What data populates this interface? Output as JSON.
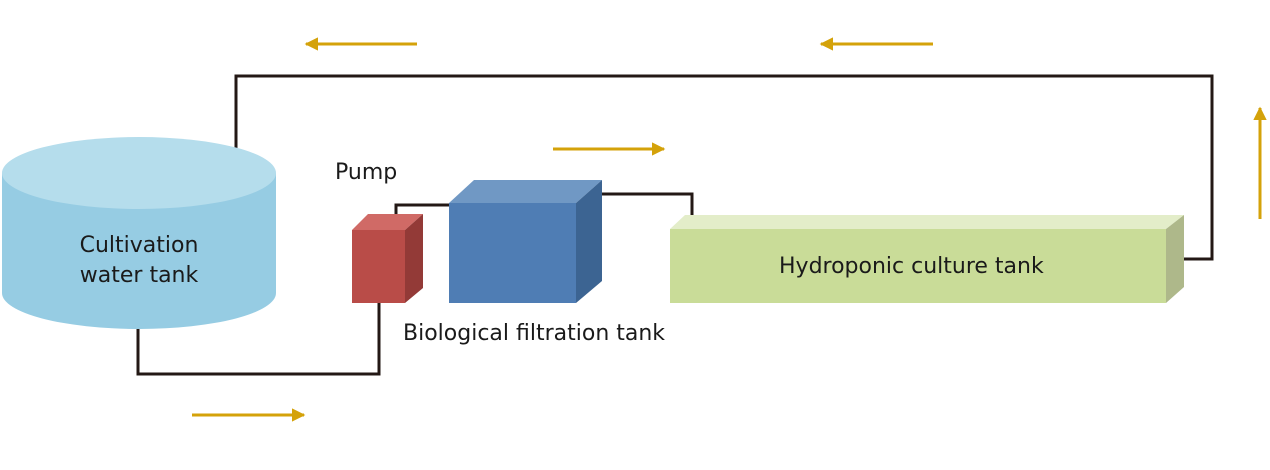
{
  "labels": {
    "cultivation_line1": "Cultivation",
    "cultivation_line2": "water tank",
    "pump": "Pump",
    "biofilter": "Biological filtration tank",
    "hydroponic": "Hydroponic culture tank"
  },
  "flow_direction": {
    "top_left": "left",
    "top_right": "left",
    "middle": "right",
    "bottom": "right",
    "right_side": "up"
  },
  "colors": {
    "pipe": "#231815",
    "arrow": "#d4a20a",
    "water_tank_body": "#96cce3",
    "water_tank_top": "#b5ddec",
    "pump_front": "#b94c48",
    "pump_top": "#d06a66",
    "pump_side": "#933a37",
    "biofilter_front": "#4f7db4",
    "biofilter_top": "#7098c4",
    "biofilter_side": "#3c6492",
    "hydroponic_front": "#c9dc98",
    "hydroponic_top": "#e3edc9",
    "hydroponic_side": "#aeb88a"
  }
}
